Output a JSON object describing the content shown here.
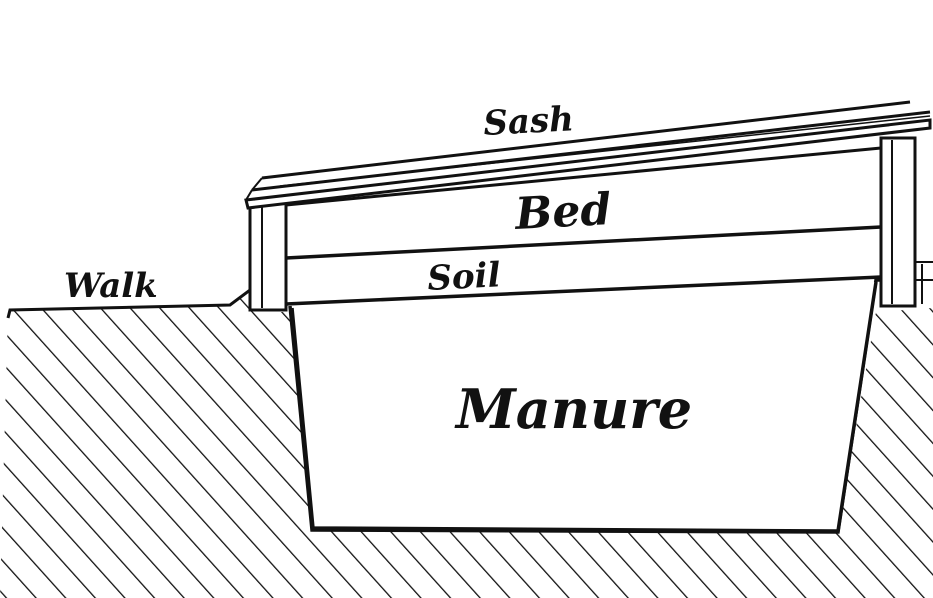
{
  "labels": {
    "sash": "Sash",
    "bed": "Bed",
    "soil": "Soil",
    "walk": "Walk",
    "manure": "Manure"
  },
  "colors": {
    "ink": "#111111",
    "paper": "#ffffff"
  }
}
